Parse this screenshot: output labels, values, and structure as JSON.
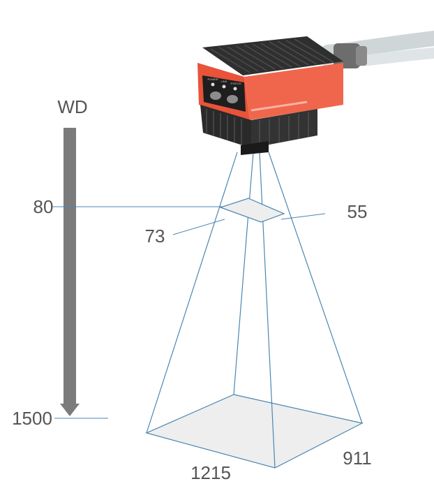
{
  "axis": {
    "title": "WD",
    "near_distance": "80",
    "far_distance": "1500"
  },
  "near_field": {
    "width": "73",
    "height": "55"
  },
  "far_field": {
    "width": "1215",
    "height": "911"
  },
  "device": {
    "indicator_labels": [
      "POWER",
      "LINK",
      "STATUS"
    ],
    "body_color": "#e8533a",
    "heatsink_color": "#2b2b2b"
  },
  "colors": {
    "fov_line": "#4a86b0",
    "axis_arrow": "#7b7b7b",
    "label_text": "#555555",
    "plane_fill": "#eeeeee"
  }
}
